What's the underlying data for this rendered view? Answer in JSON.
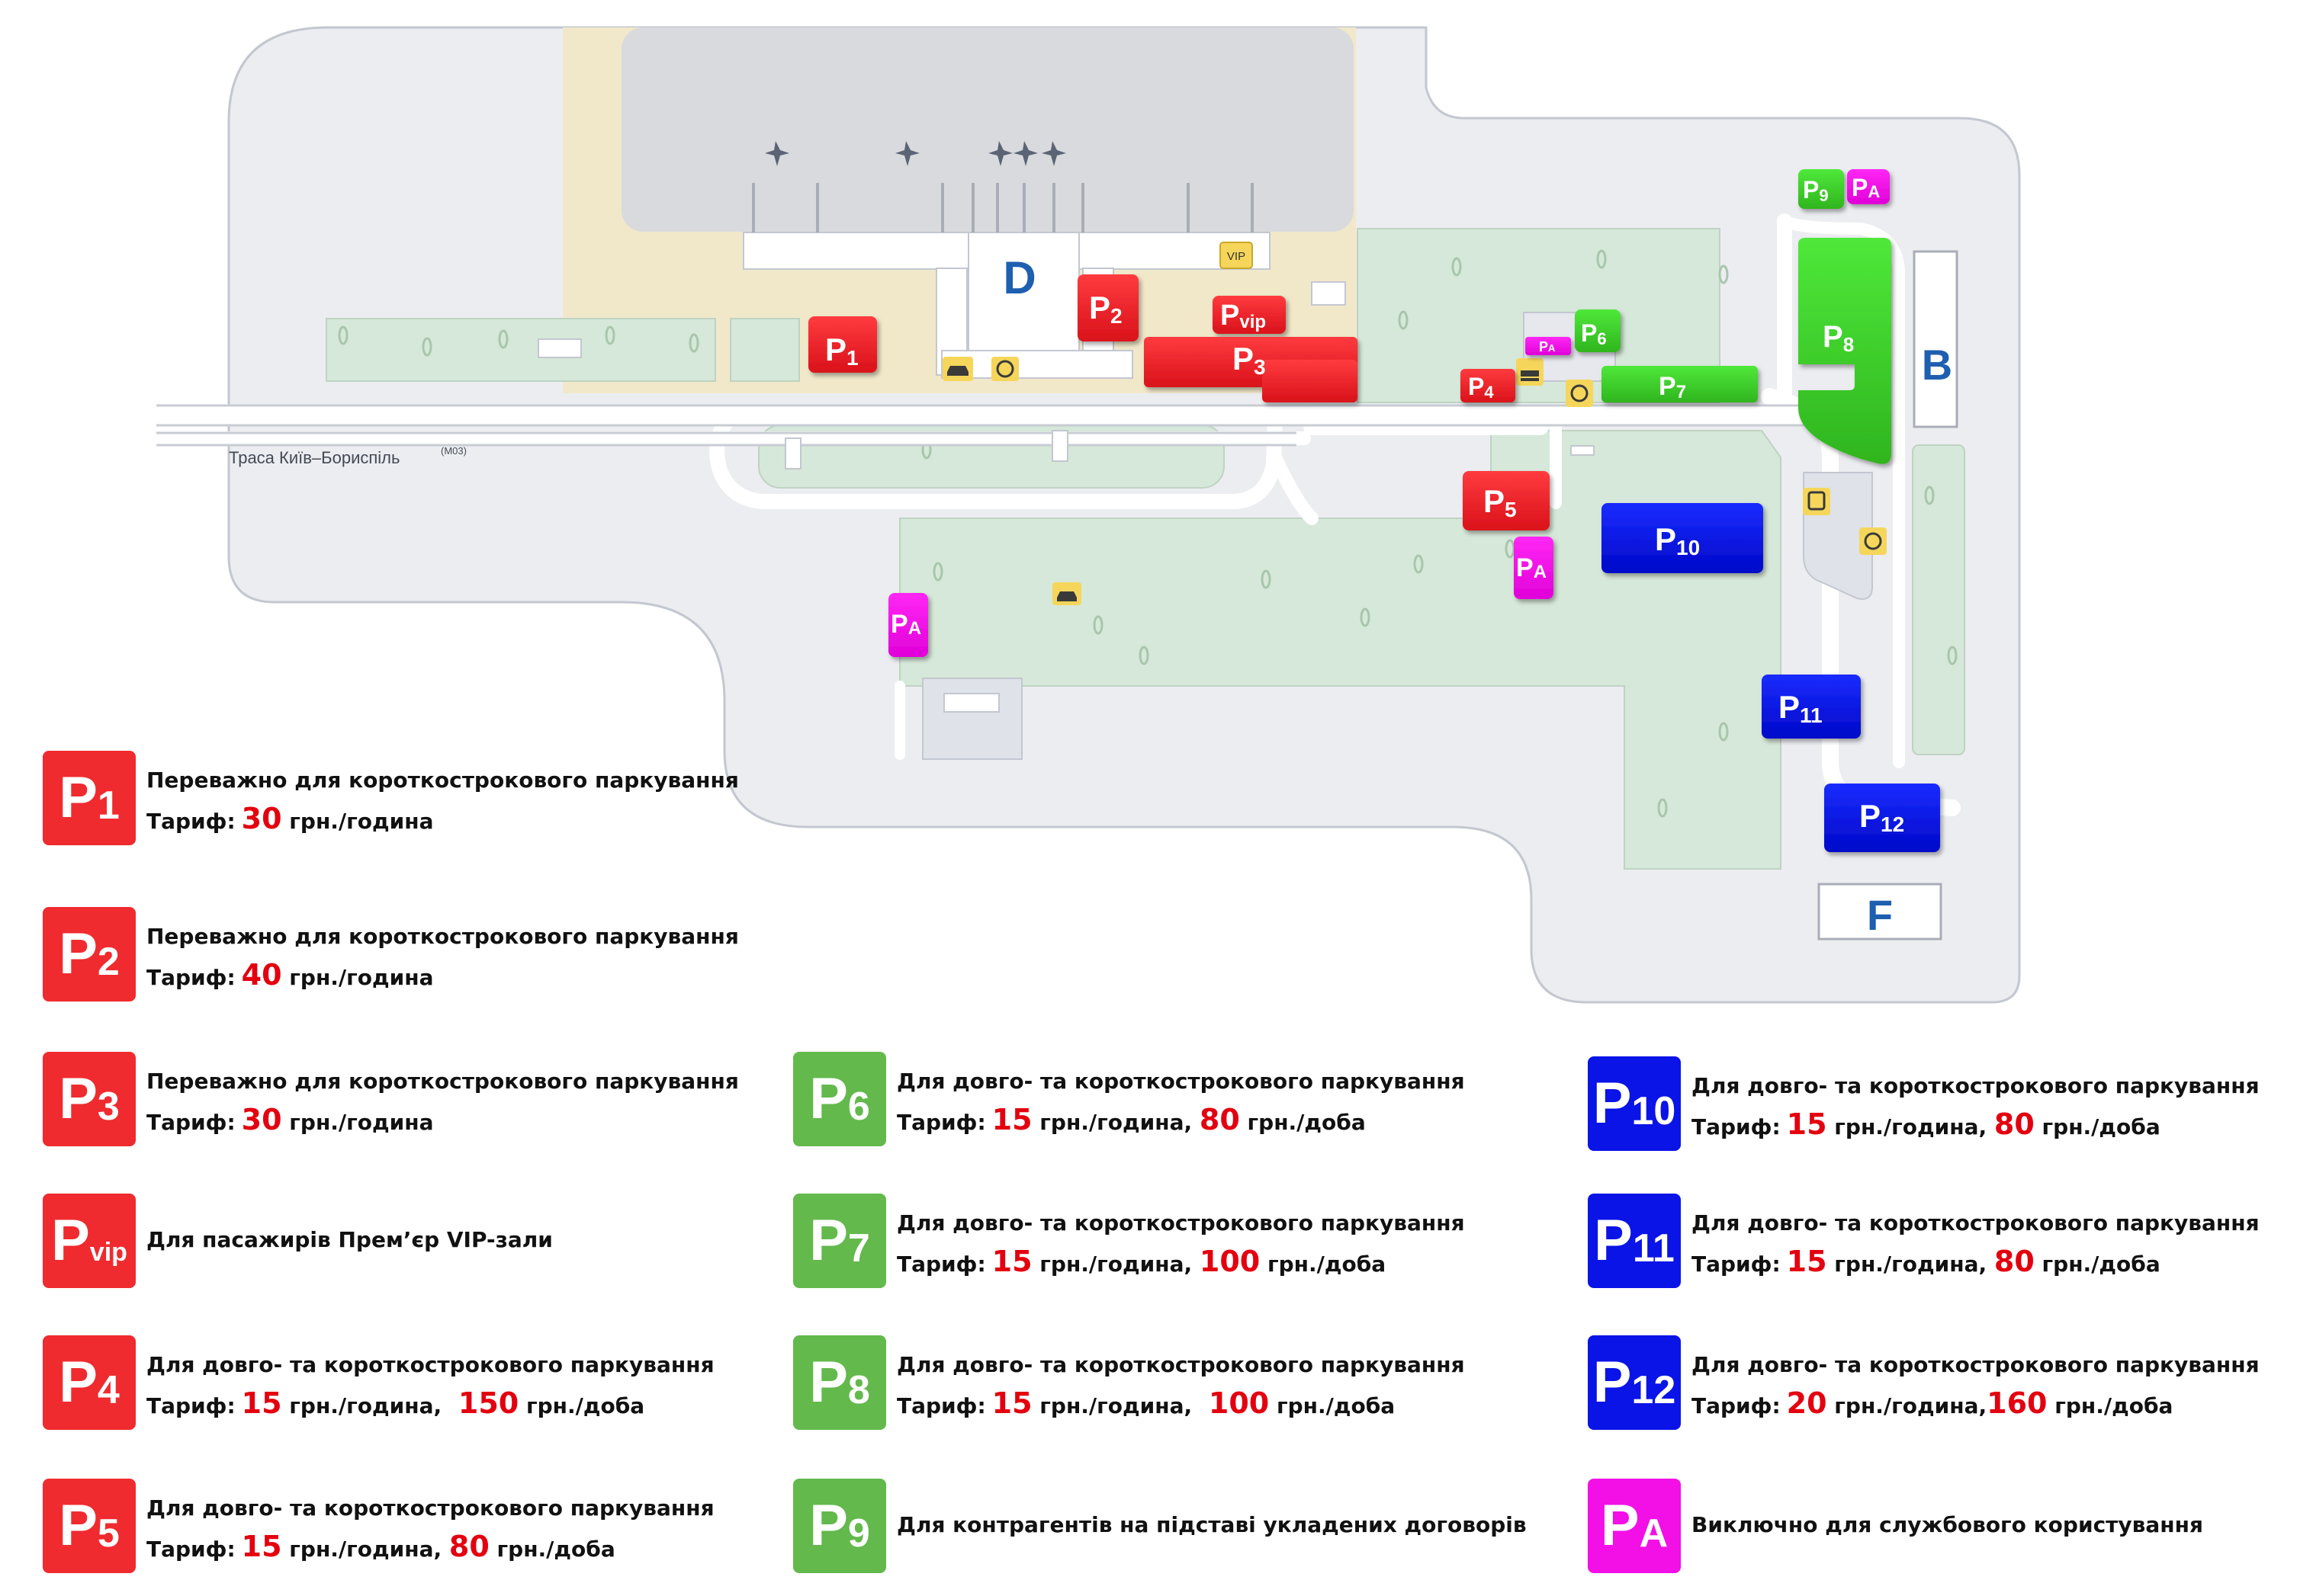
{
  "colors": {
    "red": "#ef2b2f",
    "green": "#63b94c",
    "blue": "#0a14e6",
    "magenta": "#f210e6",
    "rate_red": "#e3000f",
    "terminal_blue": "#1e5fb0"
  },
  "map": {
    "terminal_d": "D",
    "terminal_b": "B",
    "terminal_f": "F",
    "vip_tag": "VIP",
    "road_label": "Траса Київ–Бориспіль",
    "road_code": "(М03)",
    "lots": [
      {
        "id": "p1",
        "main": "P",
        "sub": "1",
        "color": "red"
      },
      {
        "id": "p2",
        "main": "P",
        "sub": "2",
        "color": "red"
      },
      {
        "id": "p3",
        "main": "P",
        "sub": "3",
        "color": "red"
      },
      {
        "id": "pvip",
        "main": "P",
        "sub": "vip",
        "color": "red"
      },
      {
        "id": "p4",
        "main": "P",
        "sub": "4",
        "color": "red"
      },
      {
        "id": "p5",
        "main": "P",
        "sub": "5",
        "color": "red"
      },
      {
        "id": "p6",
        "main": "P",
        "sub": "6",
        "color": "green"
      },
      {
        "id": "p7",
        "main": "P",
        "sub": "7",
        "color": "green"
      },
      {
        "id": "p8",
        "main": "P",
        "sub": "8",
        "color": "green"
      },
      {
        "id": "p9",
        "main": "P",
        "sub": "9",
        "color": "green"
      },
      {
        "id": "p10",
        "main": "P",
        "sub": "10",
        "color": "blue"
      },
      {
        "id": "p11",
        "main": "P",
        "sub": "11",
        "color": "blue"
      },
      {
        "id": "p12",
        "main": "P",
        "sub": "12",
        "color": "blue"
      },
      {
        "id": "pa-top",
        "main": "P",
        "sub": "A",
        "color": "magenta"
      },
      {
        "id": "pa-small",
        "main": "P",
        "sub": "A",
        "color": "magenta"
      },
      {
        "id": "pa-p5",
        "main": "P",
        "sub": "A",
        "color": "magenta"
      },
      {
        "id": "pa-left",
        "main": "P",
        "sub": "A",
        "color": "magenta"
      }
    ]
  },
  "legend": [
    {
      "id": "p1",
      "main": "P",
      "sub": "1",
      "color": "red",
      "line1": "Переважно для короткострокового паркування",
      "rate_label": "Тариф:",
      "hour_value": "30",
      "hour_unit": "грн./година",
      "day_value": "",
      "day_unit": ""
    },
    {
      "id": "p2",
      "main": "P",
      "sub": "2",
      "color": "red",
      "line1": "Переважно для короткострокового паркування",
      "rate_label": "Тариф:",
      "hour_value": "40",
      "hour_unit": "грн./година",
      "day_value": "",
      "day_unit": ""
    },
    {
      "id": "p3",
      "main": "P",
      "sub": "3",
      "color": "red",
      "line1": "Переважно для короткострокового паркування",
      "rate_label": "Тариф:",
      "hour_value": "30",
      "hour_unit": "грн./година",
      "day_value": "",
      "day_unit": ""
    },
    {
      "id": "pvip",
      "main": "P",
      "sub": "vip",
      "color": "red",
      "line1": "Для пасажирів Прем’єр VIP-зали",
      "rate_label": "",
      "hour_value": "",
      "hour_unit": "",
      "day_value": "",
      "day_unit": ""
    },
    {
      "id": "p4",
      "main": "P",
      "sub": "4",
      "color": "red",
      "line1": "Для довго- та короткострокового паркування",
      "rate_label": "Тариф:",
      "hour_value": "15",
      "hour_unit": "грн./година,",
      "day_value": "150",
      "day_unit": "грн./доба"
    },
    {
      "id": "p5",
      "main": "P",
      "sub": "5",
      "color": "red",
      "line1": "Для довго- та короткострокового паркування",
      "rate_label": "Тариф:",
      "hour_value": "15",
      "hour_unit": "грн./година,",
      "day_value": "80",
      "day_unit": "грн./доба"
    },
    {
      "id": "p6",
      "main": "P",
      "sub": "6",
      "color": "green",
      "line1": "Для довго- та короткострокового паркування",
      "rate_label": "Тариф:",
      "hour_value": "15",
      "hour_unit": "грн./година,",
      "day_value": "80",
      "day_unit": "грн./доба"
    },
    {
      "id": "p7",
      "main": "P",
      "sub": "7",
      "color": "green",
      "line1": "Для довго- та короткострокового паркування",
      "rate_label": "Тариф:",
      "hour_value": "15",
      "hour_unit": "грн./година,",
      "day_value": "100",
      "day_unit": "грн./доба"
    },
    {
      "id": "p8",
      "main": "P",
      "sub": "8",
      "color": "green",
      "line1": "Для довго- та короткострокового паркування",
      "rate_label": "Тариф:",
      "hour_value": "15",
      "hour_unit": "грн./година,",
      "day_value": "100",
      "day_unit": "грн./доба"
    },
    {
      "id": "p9",
      "main": "P",
      "sub": "9",
      "color": "green",
      "line1": "Для контрагентів на підставі укладених договорів",
      "rate_label": "",
      "hour_value": "",
      "hour_unit": "",
      "day_value": "",
      "day_unit": ""
    },
    {
      "id": "p10",
      "main": "P",
      "sub": "10",
      "color": "blue",
      "line1": "Для довго- та короткострокового паркування",
      "rate_label": "Тариф:",
      "hour_value": "15",
      "hour_unit": "грн./година,",
      "day_value": "80",
      "day_unit": "грн./доба"
    },
    {
      "id": "p11",
      "main": "P",
      "sub": "11",
      "color": "blue",
      "line1": "Для довго- та короткострокового паркування",
      "rate_label": "Тариф:",
      "hour_value": "15",
      "hour_unit": "грн./година,",
      "day_value": "80",
      "day_unit": "грн./доба"
    },
    {
      "id": "p12",
      "main": "P",
      "sub": "12",
      "color": "blue",
      "line1": "Для довго- та короткострокового паркування",
      "rate_label": "Тариф:",
      "hour_value": "20",
      "hour_unit": "грн./година,",
      "day_value": "160",
      "day_unit": "грн./доба"
    },
    {
      "id": "pa",
      "main": "P",
      "sub": "A",
      "color": "magenta",
      "line1": "Виключно для службового користування",
      "rate_label": "",
      "hour_value": "",
      "hour_unit": "",
      "day_value": "",
      "day_unit": ""
    }
  ]
}
